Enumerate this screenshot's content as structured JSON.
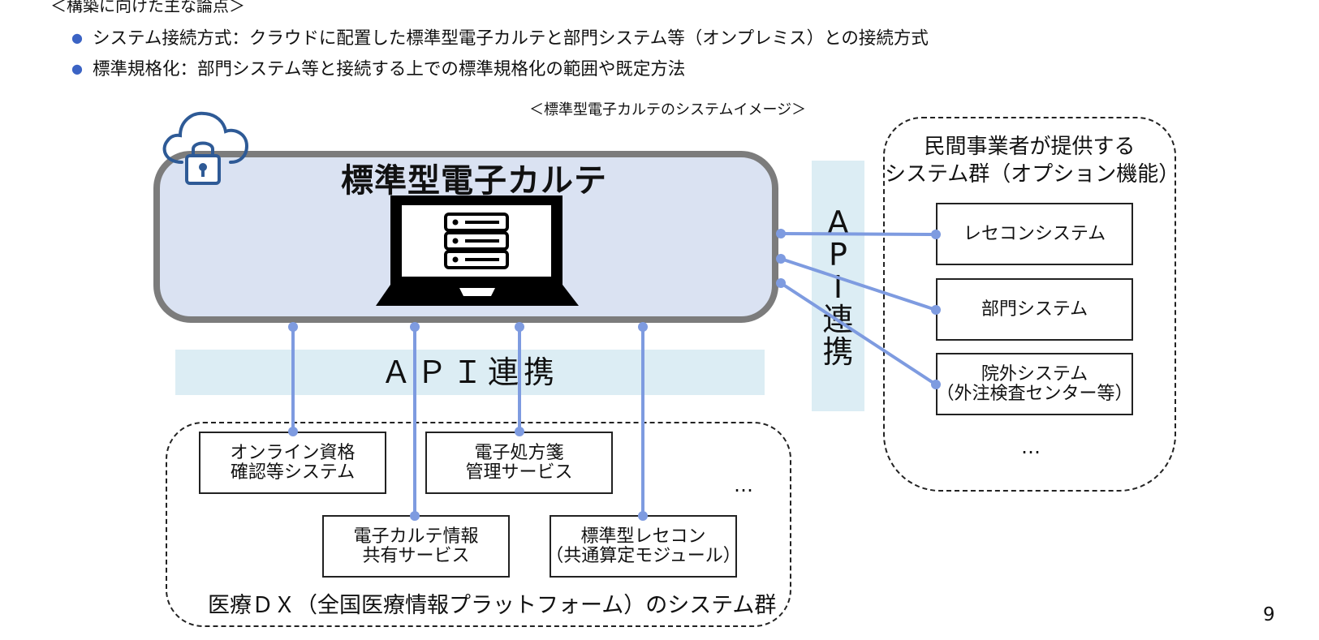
{
  "heading": "＜構築に向けた主な論点＞",
  "bullets": [
    "システム接続方式：クラウドに配置した標準型電子カルテと部門システム等（オンプレミス）との接続方式",
    "標準規格化：部門システム等と接続する上での標準規格化の範囲や既定方法"
  ],
  "caption": "＜標準型電子カルテのシステムイメージ＞",
  "ehr": {
    "title": "標準型電子カルテ"
  },
  "api_horizontal": "ＡＰＩ連携",
  "api_vertical": [
    "A",
    "P",
    "I",
    "連",
    "携"
  ],
  "right_group": {
    "title_lines": [
      "民間事業者が提供する",
      "システム群（オプション機能）"
    ],
    "systems": [
      [
        "レセコンシステム"
      ],
      [
        "部門システム"
      ],
      [
        "院外システム",
        "（外注検査センター等）"
      ]
    ],
    "ellipsis": "…"
  },
  "bottom_group": {
    "label": "医療ＤＸ（全国医療情報プラットフォーム）のシステム群",
    "systems": [
      [
        "オンライン資格",
        "確認等システム"
      ],
      [
        "電子処方箋",
        "管理サービス"
      ],
      [
        "電子カルテ情報",
        "共有サービス"
      ],
      [
        "標準型レセコン",
        "（共通算定モジュール）"
      ]
    ],
    "ellipsis": "…"
  },
  "page_number": "9",
  "colors": {
    "connector": "#7e9be0",
    "ehr_fill": "#dae2f2",
    "ehr_border": "#7c7c7c",
    "api_band": "#dcedf4",
    "cloud_icon": "#2e5a96"
  },
  "icons": [
    "cloud-lock-icon",
    "laptop-server-icon"
  ]
}
